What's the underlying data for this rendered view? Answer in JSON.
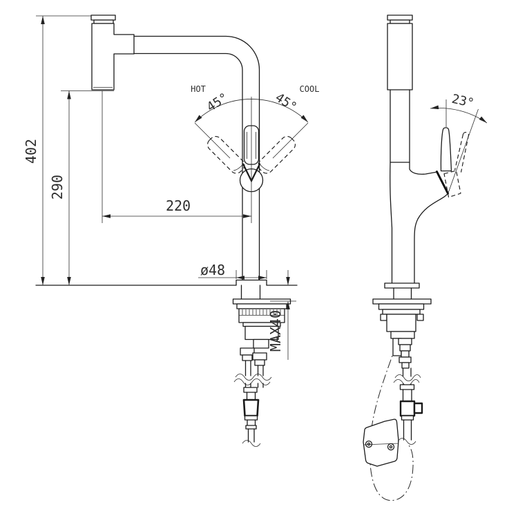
{
  "front_view": {
    "hot_label": "HOT",
    "cool_label": "COOL",
    "hot_angle": "45°",
    "cool_angle": "45°",
    "total_height": "402",
    "spout_height": "290",
    "spout_reach": "220",
    "base_diameter": "ø48",
    "max_counter_thickness": "MAX40"
  },
  "side_view": {
    "handle_tilt_angle": "23°"
  },
  "colors": {
    "line": "#1a1a1a",
    "dimension_text": "#2e2e2e",
    "background": "#ffffff"
  }
}
